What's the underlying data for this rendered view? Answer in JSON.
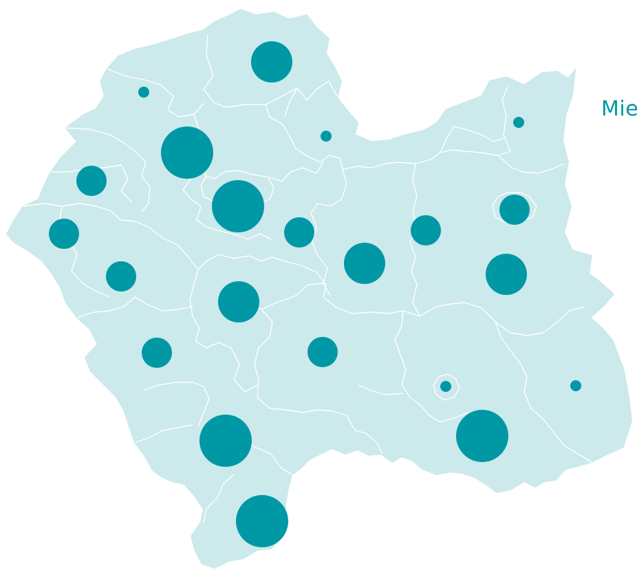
{
  "map": {
    "region_fill": "#cce9ec",
    "border_color": "#ffffff",
    "marker_color": "#0098a4",
    "legend_label": "Mie"
  },
  "markers": [
    {
      "name": "marker-north-top",
      "level": 3
    },
    {
      "name": "marker-northwest-small",
      "level": 1
    },
    {
      "name": "marker-northeast-small",
      "level": 1
    },
    {
      "name": "marker-north-center-small",
      "level": 1
    },
    {
      "name": "marker-west-upper-large",
      "level": 4
    },
    {
      "name": "marker-west-mid-small",
      "level": 2
    },
    {
      "name": "marker-center-large",
      "level": 4
    },
    {
      "name": "marker-center-east-medium",
      "level": 2
    },
    {
      "name": "marker-east-island",
      "level": 2
    },
    {
      "name": "marker-east-mid-small",
      "level": 2
    },
    {
      "name": "marker-far-west",
      "level": 2
    },
    {
      "name": "marker-west-lower",
      "level": 2
    },
    {
      "name": "marker-center-right-large",
      "level": 3
    },
    {
      "name": "marker-east-large",
      "level": 3
    },
    {
      "name": "marker-center-south",
      "level": 3
    },
    {
      "name": "marker-southwest",
      "level": 2
    },
    {
      "name": "marker-south-center",
      "level": 2
    },
    {
      "name": "marker-southeast-island",
      "level": 1
    },
    {
      "name": "marker-far-east",
      "level": 1
    },
    {
      "name": "marker-south-large",
      "level": 4
    },
    {
      "name": "marker-southeast-large",
      "level": 4
    },
    {
      "name": "marker-far-south",
      "level": 4
    }
  ]
}
